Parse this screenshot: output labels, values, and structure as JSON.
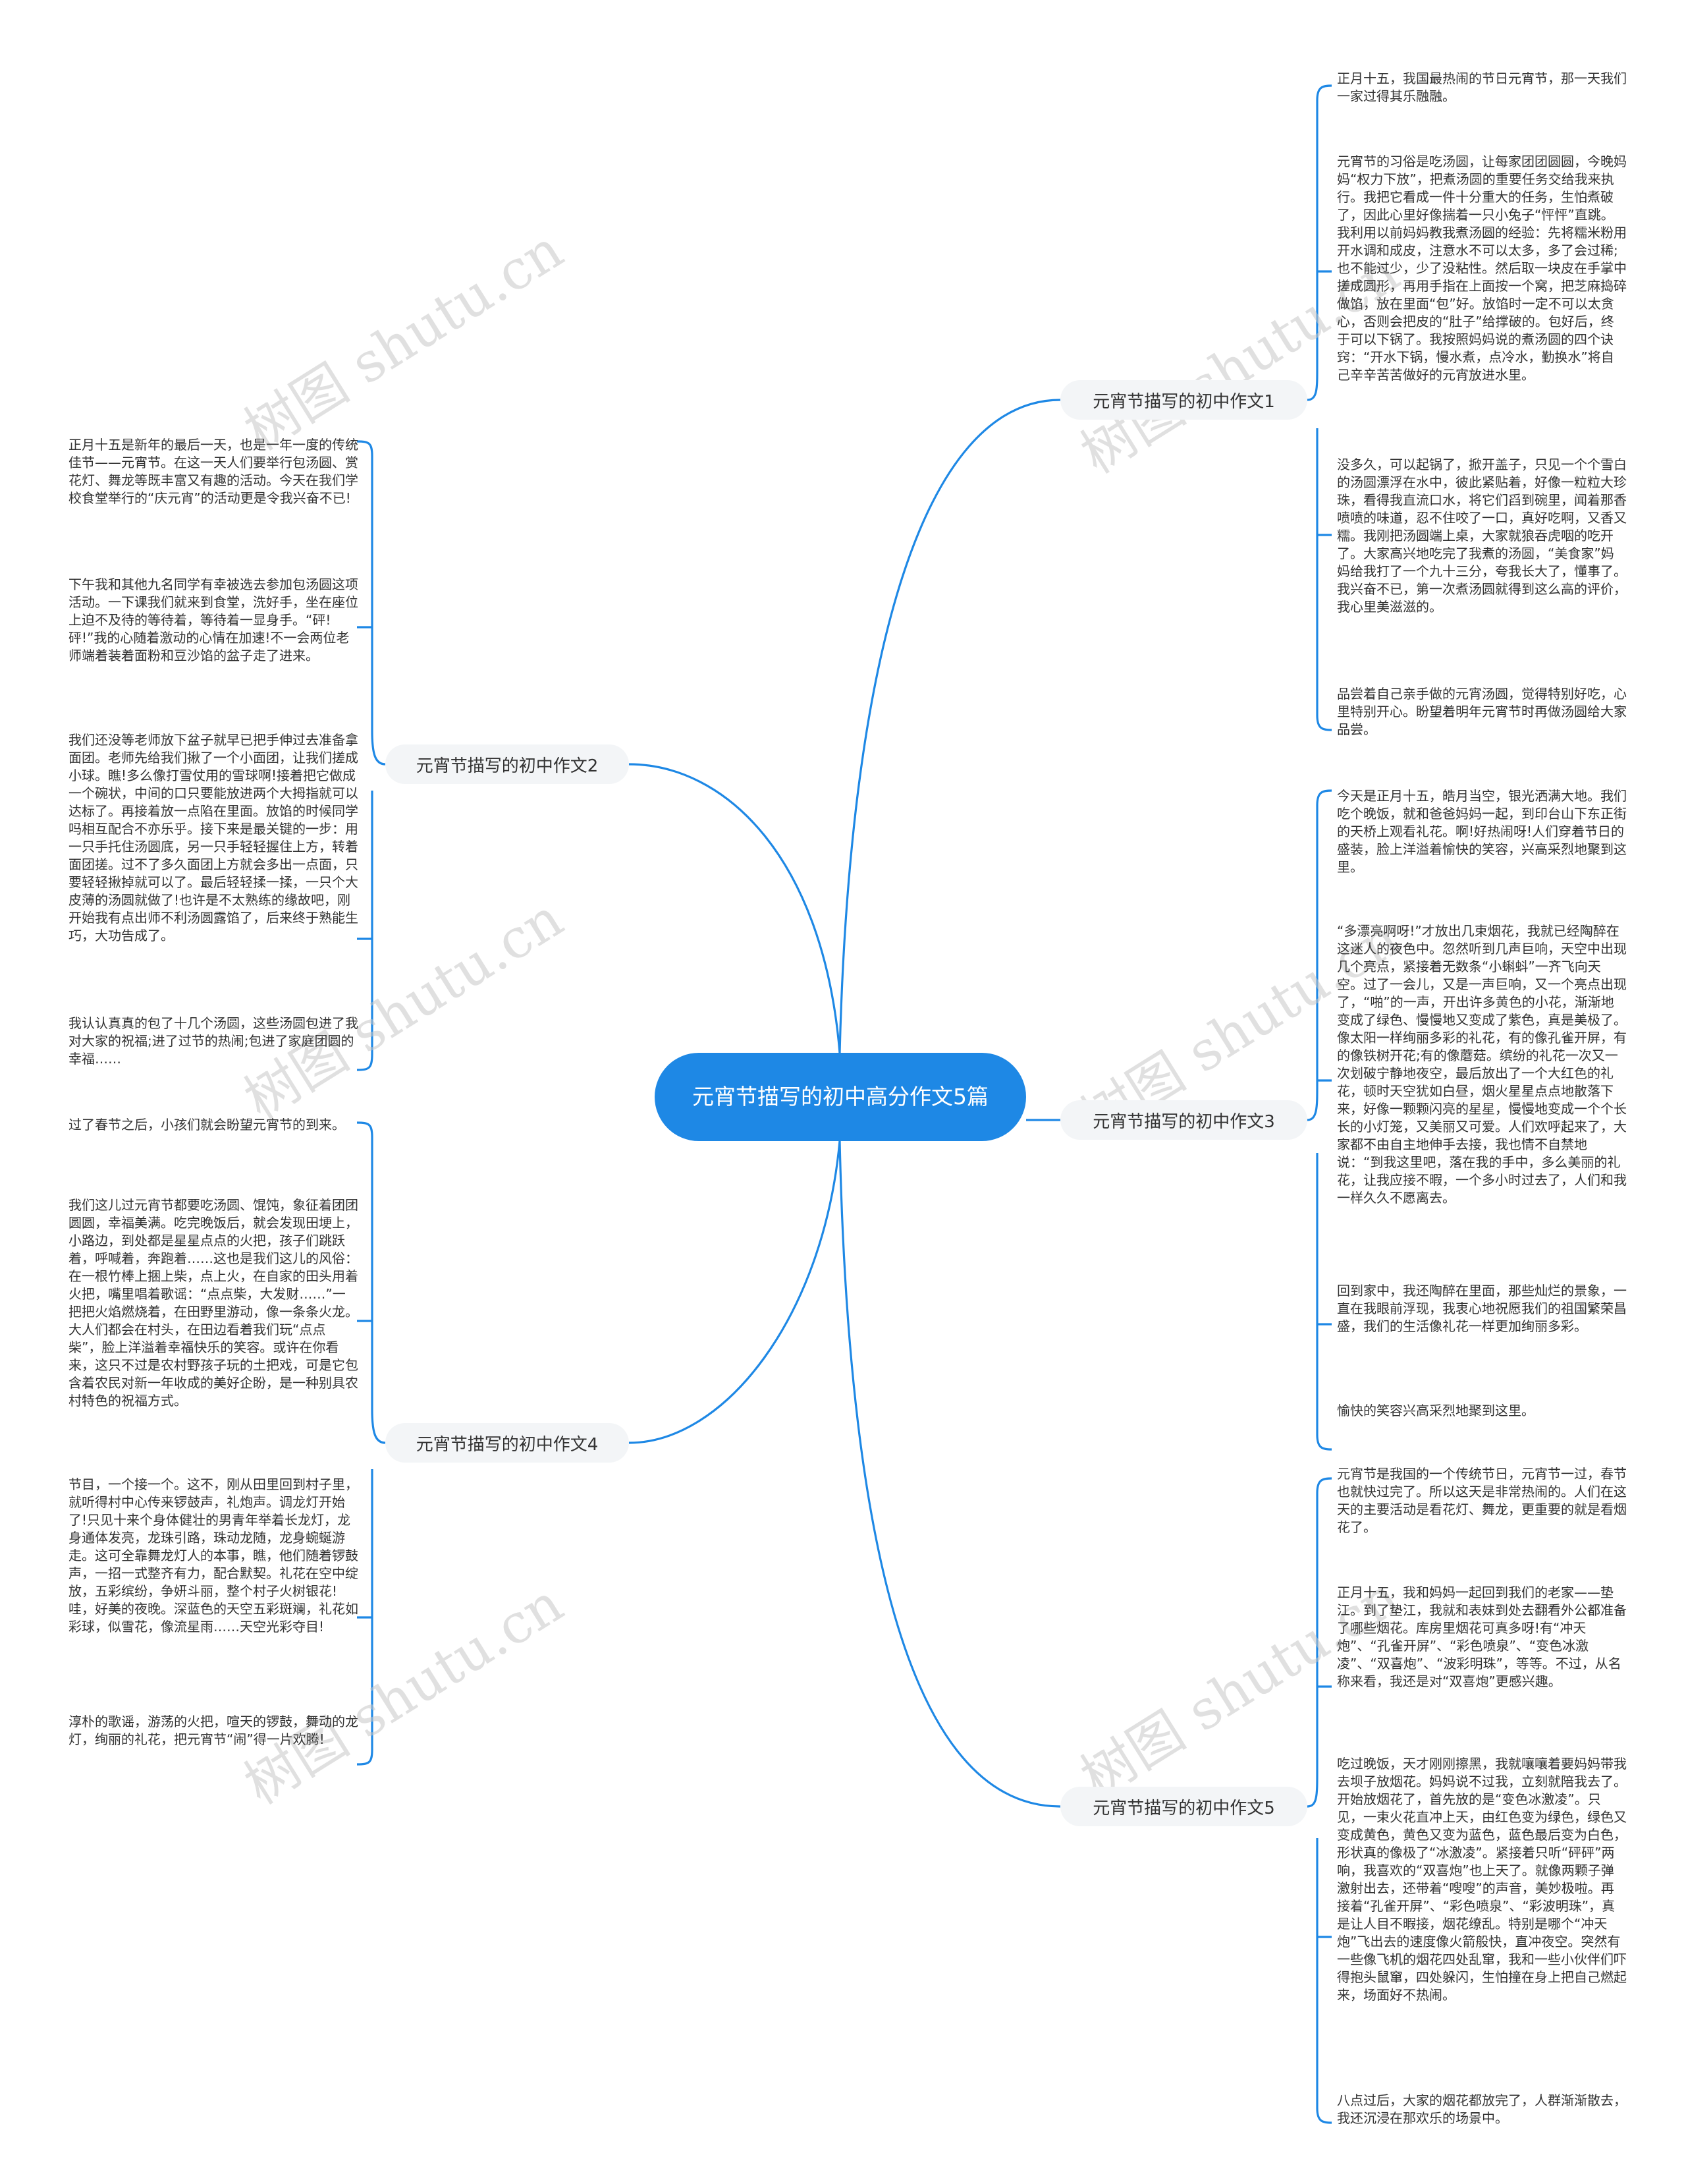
{
  "root": {
    "title": "元宵节描写的初中高分作文5篇"
  },
  "colors": {
    "accent": "#1E88E5",
    "branch_bg": "#F3F5F7",
    "text": "#333333"
  },
  "watermark": {
    "text": "树图 shutu.cn"
  },
  "branches": [
    {
      "label": "元宵节描写的初中作文1",
      "leaves": [
        "正月十五，我国最热闹的节日元宵节，那一天我们一家过得其乐融融。",
        "元宵节的习俗是吃汤圆，让每家团团圆圆，今晚妈妈“权力下放”，把煮汤圆的重要任务交给我来执行。我把它看成一件十分重大的任务，生怕煮破了，因此心里好像揣着一只小兔子“怦怦”直跳。我利用以前妈妈教我煮汤圆的经验：先将糯米粉用开水调和成皮，注意水不可以太多，多了会过稀;也不能过少，少了没粘性。然后取一块皮在手掌中搓成圆形，再用手指在上面按一个窝，把芝麻捣碎做馅，放在里面“包”好。放馅时一定不可以太贪心，否则会把皮的“肚子”给撑破的。包好后，终于可以下锅了。我按照妈妈说的煮汤圆的四个诀窍：“开水下锅，慢水煮，点冷水，勤换水”将自己辛辛苦苦做好的元宵放进水里。",
        "没多久，可以起锅了，掀开盖子，只见一个个雪白的汤圆漂浮在水中，彼此紧贴着，好像一粒粒大珍珠，看得我直流口水，将它们舀到碗里，闻着那香喷喷的味道，忍不住咬了一口，真好吃啊，又香又糯。我刚把汤圆端上桌，大家就狼吞虎咽的吃开了。大家高兴地吃完了我煮的汤圆，“美食家”妈妈给我打了一个九十三分，夸我长大了，懂事了。我兴奋不已，第一次煮汤圆就得到这么高的评价，我心里美滋滋的。",
        "品尝着自己亲手做的元宵汤圆，觉得特别好吃，心里特别开心。盼望着明年元宵节时再做汤圆给大家品尝。"
      ]
    },
    {
      "label": "元宵节描写的初中作文2",
      "leaves": [
        "正月十五是新年的最后一天，也是一年一度的传统佳节——元宵节。在这一天人们要举行包汤圆、赏花灯、舞龙等既丰富又有趣的活动。今天在我们学校食堂举行的“庆元宵”的活动更是令我兴奋不已!",
        "下午我和其他九名同学有幸被选去参加包汤圆这项活动。一下课我们就来到食堂，洗好手，坐在座位上迫不及待的等待着，等待着一显身手。“砰!砰!”我的心随着激动的心情在加速!不一会两位老师端着装着面粉和豆沙馅的盆子走了进来。",
        "我们还没等老师放下盆子就早已把手伸过去准备拿面团。老师先给我们揪了一个小面团，让我们搓成小球。瞧!多么像打雪仗用的雪球啊!接着把它做成一个碗状，中间的口只要能放进两个大拇指就可以达标了。再接着放一点陷在里面。放馅的时候同学吗相互配合不亦乐乎。接下来是最关键的一步：用一只手托住汤圆底，另一只手轻轻握住上方，转着面团搓。过不了多久面团上方就会多出一点面，只要轻轻揪掉就可以了。最后轻轻揉一揉，一只个大皮薄的汤圆就做了!也许是不太熟练的缘故吧，刚开始我有点出师不利汤圆露馅了，后来终于熟能生巧，大功告成了。",
        "我认认真真的包了十几个汤圆，这些汤圆包进了我对大家的祝福;进了过节的热闹;包进了家庭团圆的幸福……"
      ]
    },
    {
      "label": "元宵节描写的初中作文3",
      "leaves": [
        "今天是正月十五，皓月当空，银光洒满大地。我们吃个晚饭，就和爸爸妈妈一起，到印台山下东正街的天桥上观看礼花。啊!好热闹呀!人们穿着节日的盛装，脸上洋溢着愉快的笑容，兴高采烈地聚到这里。",
        "“多漂亮啊呀!”才放出几束烟花，我就已经陶醉在这迷人的夜色中。忽然听到几声巨响，天空中出现几个亮点，紧接着无数条“小蝌蚪”一齐飞向天空。过了一会儿，又是一声巨响，又一个亮点出现了，“啪”的一声，开出许多黄色的小花，渐渐地变成了绿色、慢慢地又变成了紫色，真是美极了。像太阳一样绚丽多彩的礼花，有的像孔雀开屏，有的像铁树开花;有的像蘑菇。缤纷的礼花一次又一次划破宁静地夜空，最后放出了一个大红色的礼花，顿时天空犹如白昼，烟火星星点点地散落下来，好像一颗颗闪亮的星星，慢慢地变成一个个长长的小灯笼，又美丽又可爱。人们欢呼起来了，大家都不由自主地伸手去接，我也情不自禁地说：“到我这里吧，落在我的手中，多么美丽的礼花，让我应接不暇，一个多小时过去了，人们和我一样久久不愿离去。",
        "回到家中，我还陶醉在里面，那些灿烂的景象，一直在我眼前浮现，我衷心地祝愿我们的祖国繁荣昌盛，我们的生活像礼花一样更加绚丽多彩。",
        "愉快的笑容兴高采烈地聚到这里。"
      ]
    },
    {
      "label": "元宵节描写的初中作文4",
      "leaves": [
        "过了春节之后，小孩们就会盼望元宵节的到来。",
        "我们这儿过元宵节都要吃汤圆、馄饨，象征着团团圆圆，幸福美满。吃完晚饭后，就会发现田埂上，小路边，到处都是星星点点的火把，孩子们跳跃着，呼喊着，奔跑着……这也是我们这儿的风俗：在一根竹棒上捆上柴，点上火，在自家的田头用着火把，嘴里唱着歌谣：“点点柴，大发财……”一把把火焰燃烧着，在田野里游动，像一条条火龙。大人们都会在村头，在田边看着我们玩“点点柴”，脸上洋溢着幸福快乐的笑容。或许在你看来，这只不过是农村野孩子玩的土把戏，可是它包含着农民对新一年收成的美好企盼，是一种别具农村特色的祝福方式。",
        "节目，一个接一个。这不，刚从田里回到村子里，就听得村中心传来锣鼓声，礼炮声。调龙灯开始了!只见十来个身体健壮的男青年举着长龙灯，龙身通体发亮，龙珠引路，珠动龙随，龙身蜿蜒游走。这可全靠舞龙灯人的本事，瞧，他们随着锣鼓声，一招一式整齐有力，配合默契。礼花在空中绽放，五彩缤纷，争妍斗丽，整个村子火树银花!哇，好美的夜晚。深蓝色的天空五彩斑斓，礼花如彩球，似雪花，像流星雨……天空光彩夺目!",
        "淳朴的歌谣，游荡的火把，喧天的锣鼓，舞动的龙灯，绚丽的礼花，把元宵节“闹”得一片欢腾!"
      ]
    },
    {
      "label": "元宵节描写的初中作文5",
      "leaves": [
        "元宵节是我国的一个传统节日，元宵节一过，春节也就快过完了。所以这天是非常热闹的。人们在这天的主要活动是看花灯、舞龙，更重要的就是看烟花了。",
        "正月十五，我和妈妈一起回到我们的老家——垫江。到了垫江，我就和表妹到处去翻看外公都准备了哪些烟花。库房里烟花可真多呀!有“冲天炮”、“孔雀开屏”、“彩色喷泉”、“变色冰激凌”、“双喜炮”、“波彩明珠”，等等。不过，从名称来看，我还是对“双喜炮”更感兴趣。",
        "吃过晚饭，天才刚刚擦黑，我就嚷嚷着要妈妈带我去坝子放烟花。妈妈说不过我，立刻就陪我去了。开始放烟花了，首先放的是“变色冰激凌”。只见，一束火花直冲上天，由红色变为绿色，绿色又变成黄色，黄色又变为蓝色，蓝色最后变为白色，形状真的像极了“冰激凌”。紧接着只听“砰砰”两响，我喜欢的“双喜炮”也上天了。就像两颗子弹激射出去，还带着“嗖嗖”的声音，美妙极啦。再接着“孔雀开屏”、“彩色喷泉”、“彩波明珠”，真是让人目不暇接，烟花缭乱。特别是哪个“冲天炮”飞出去的速度像火箭般快，直冲夜空。突然有一些像飞机的烟花四处乱窜，我和一些小伙伴们吓得抱头鼠窜，四处躲闪，生怕撞在身上把自己燃起来，场面好不热闹。",
        "八点过后，大家的烟花都放完了，人群渐渐散去，我还沉浸在那欢乐的场景中。"
      ]
    }
  ]
}
